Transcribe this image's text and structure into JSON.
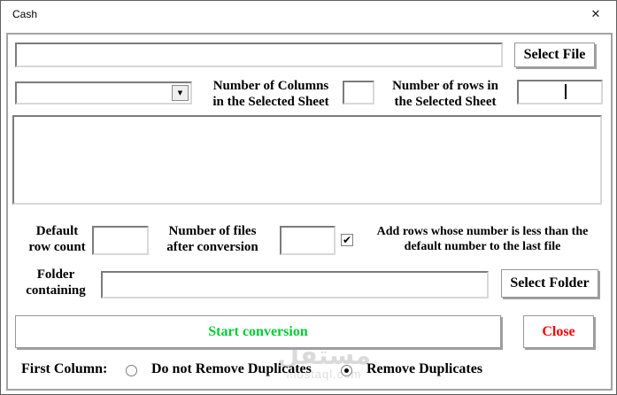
{
  "window": {
    "title": "Cash",
    "close_glyph": "✕"
  },
  "colors": {
    "start_green": "#00CC33",
    "close_red": "#FF0000",
    "watermark_gray": "#DADADA"
  },
  "file_row": {
    "path_value": "",
    "select_file_label": "Select File"
  },
  "sheet_row": {
    "dropdown_value": "",
    "dropdown_arrow_glyph": "▼",
    "columns_label": "Number of Columns\nin the Selected Sheet",
    "columns_value": "",
    "rows_label": "Number of rows in\nthe Selected Sheet",
    "rows_value": ""
  },
  "sheet_list": {
    "items": []
  },
  "split_row": {
    "default_label": "Default\nrow count",
    "default_value": "",
    "files_label": "Number of files\nafter conversion",
    "files_value": "",
    "add_rows_checked": true,
    "check_glyph": "✔",
    "add_rows_label": "Add rows whose number is less than the\ndefault number to the last file"
  },
  "folder_row": {
    "label": "Folder\ncontaining",
    "path_value": "",
    "select_folder_label": "Select Folder"
  },
  "actions": {
    "start_label": "Start conversion",
    "close_label": "Close"
  },
  "first_column_row": {
    "label": "First Column:",
    "options": [
      {
        "label": "Do not Remove Duplicates",
        "selected": false
      },
      {
        "label": "Remove Duplicates",
        "selected": true
      }
    ]
  },
  "watermark": {
    "arabic": "مستقل",
    "domain": "mostaql.com"
  }
}
